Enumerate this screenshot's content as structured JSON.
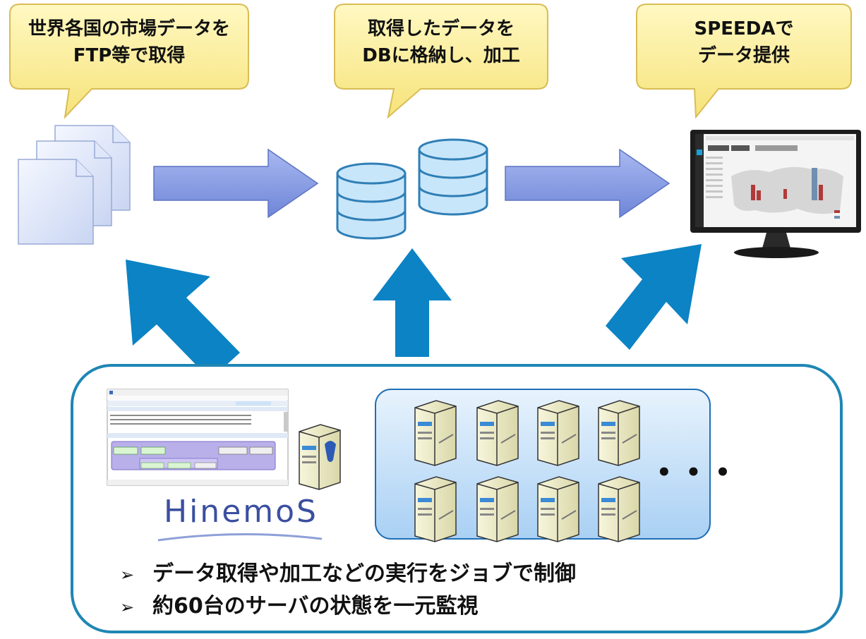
{
  "bubbles": [
    {
      "line1": "世界各国の市場データを",
      "line2": "FTP等で取得"
    },
    {
      "line1": "取得したデータを",
      "line2": "DBに格納し、加工"
    },
    {
      "line1": "SPEEDAで",
      "line2": "データ提供"
    }
  ],
  "logo": {
    "text": "HinemoS"
  },
  "server_grid": {
    "more": "• • •"
  },
  "bullets": [
    {
      "mark": "➢",
      "text": "データ取得や加工などの実行をジョブで制御"
    },
    {
      "mark": "➢",
      "text": "約60台のサーバの状態を一元監視"
    }
  ],
  "icons": {
    "documents": "documents-icon",
    "database": "database-icon",
    "monitor": "monitor-icon",
    "server": "server-icon"
  },
  "colors": {
    "bubble_fill": "#fdf29c",
    "bubble_stroke": "#e0c460",
    "flow_arrow": "#8ea3e4",
    "up_arrow": "#0b83c4",
    "panel_border": "#1f86b4",
    "db_fill": "#c8e6fa",
    "server_panel": "#cfe6fb"
  }
}
